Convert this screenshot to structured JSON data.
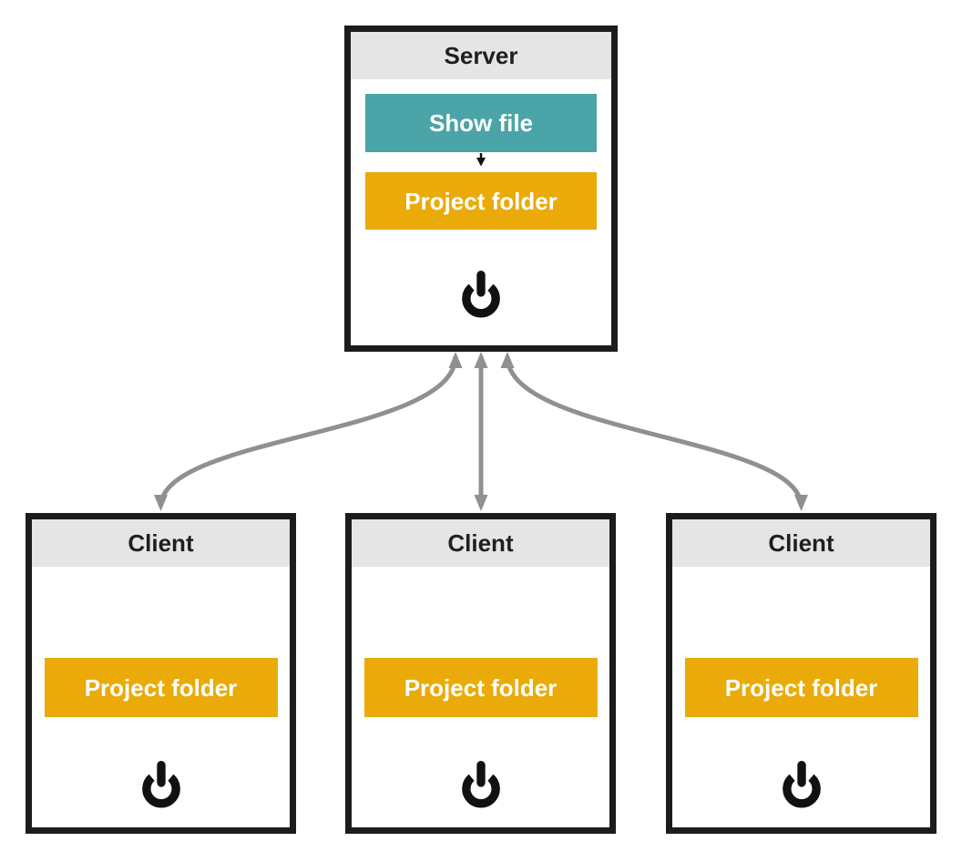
{
  "colors": {
    "background": "#FFFFFF",
    "border_dark": "#1C1C1C",
    "header_bg": "#E5E5E5",
    "header_text": "#1F1F1F",
    "teal": "#4AA4A8",
    "orange": "#EAAB08",
    "arrow_gray": "#909090",
    "icon_black": "#111111",
    "button_text": "#FFFFFF"
  },
  "server": {
    "header_label": "Server",
    "show_file_label": "Show file",
    "project_folder_label": "Project folder",
    "icons": {
      "power": "power-icon",
      "flow": "down-arrow-icon"
    }
  },
  "clients": [
    {
      "header_label": "Client",
      "project_folder_label": "Project folder",
      "icons": {
        "power": "power-icon"
      }
    },
    {
      "header_label": "Client",
      "project_folder_label": "Project folder",
      "icons": {
        "power": "power-icon"
      }
    },
    {
      "header_label": "Client",
      "project_folder_label": "Project folder",
      "icons": {
        "power": "power-icon"
      }
    }
  ],
  "connections": [
    {
      "from": "server",
      "to": "client-1",
      "style": "bidirectional-curved-arrow"
    },
    {
      "from": "server",
      "to": "client-2",
      "style": "bidirectional-straight-arrow"
    },
    {
      "from": "server",
      "to": "client-3",
      "style": "bidirectional-curved-arrow"
    }
  ]
}
